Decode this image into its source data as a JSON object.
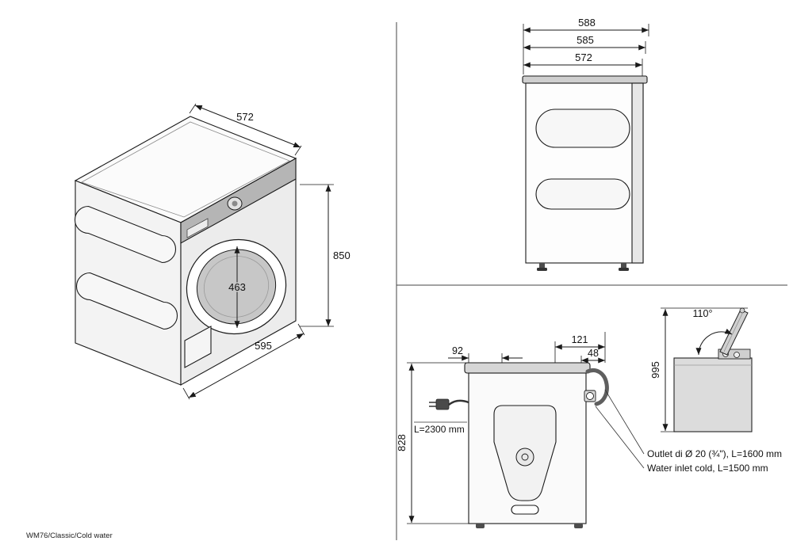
{
  "footer": {
    "model_label": "WM76/Classic/Cold water"
  },
  "colors": {
    "line": "#1a1a1a",
    "door_glass": "#c7c7c7",
    "hose": "#5f5f5f",
    "plug": "#4a4a4a"
  },
  "isometric_view": {
    "dim_depth_top": "572",
    "dim_height": "850",
    "dim_width_bottom": "595",
    "dim_door_diameter": "463"
  },
  "side_view": {
    "dim_overall": "588",
    "dim_mid": "585",
    "dim_body": "572"
  },
  "rear_view": {
    "dim_cord_offset": "92",
    "dim_hose_offset": "121",
    "dim_inlet_offset": "48",
    "dim_height": "828",
    "power_cord_label": "L=2300 mm",
    "outlet_label": "Outlet di Ø 20 (¾\"), L=1600 mm",
    "inlet_label": "Water inlet cold, L=1500 mm"
  },
  "lid_view": {
    "angle_label": "110°",
    "dim_open_height": "995"
  }
}
